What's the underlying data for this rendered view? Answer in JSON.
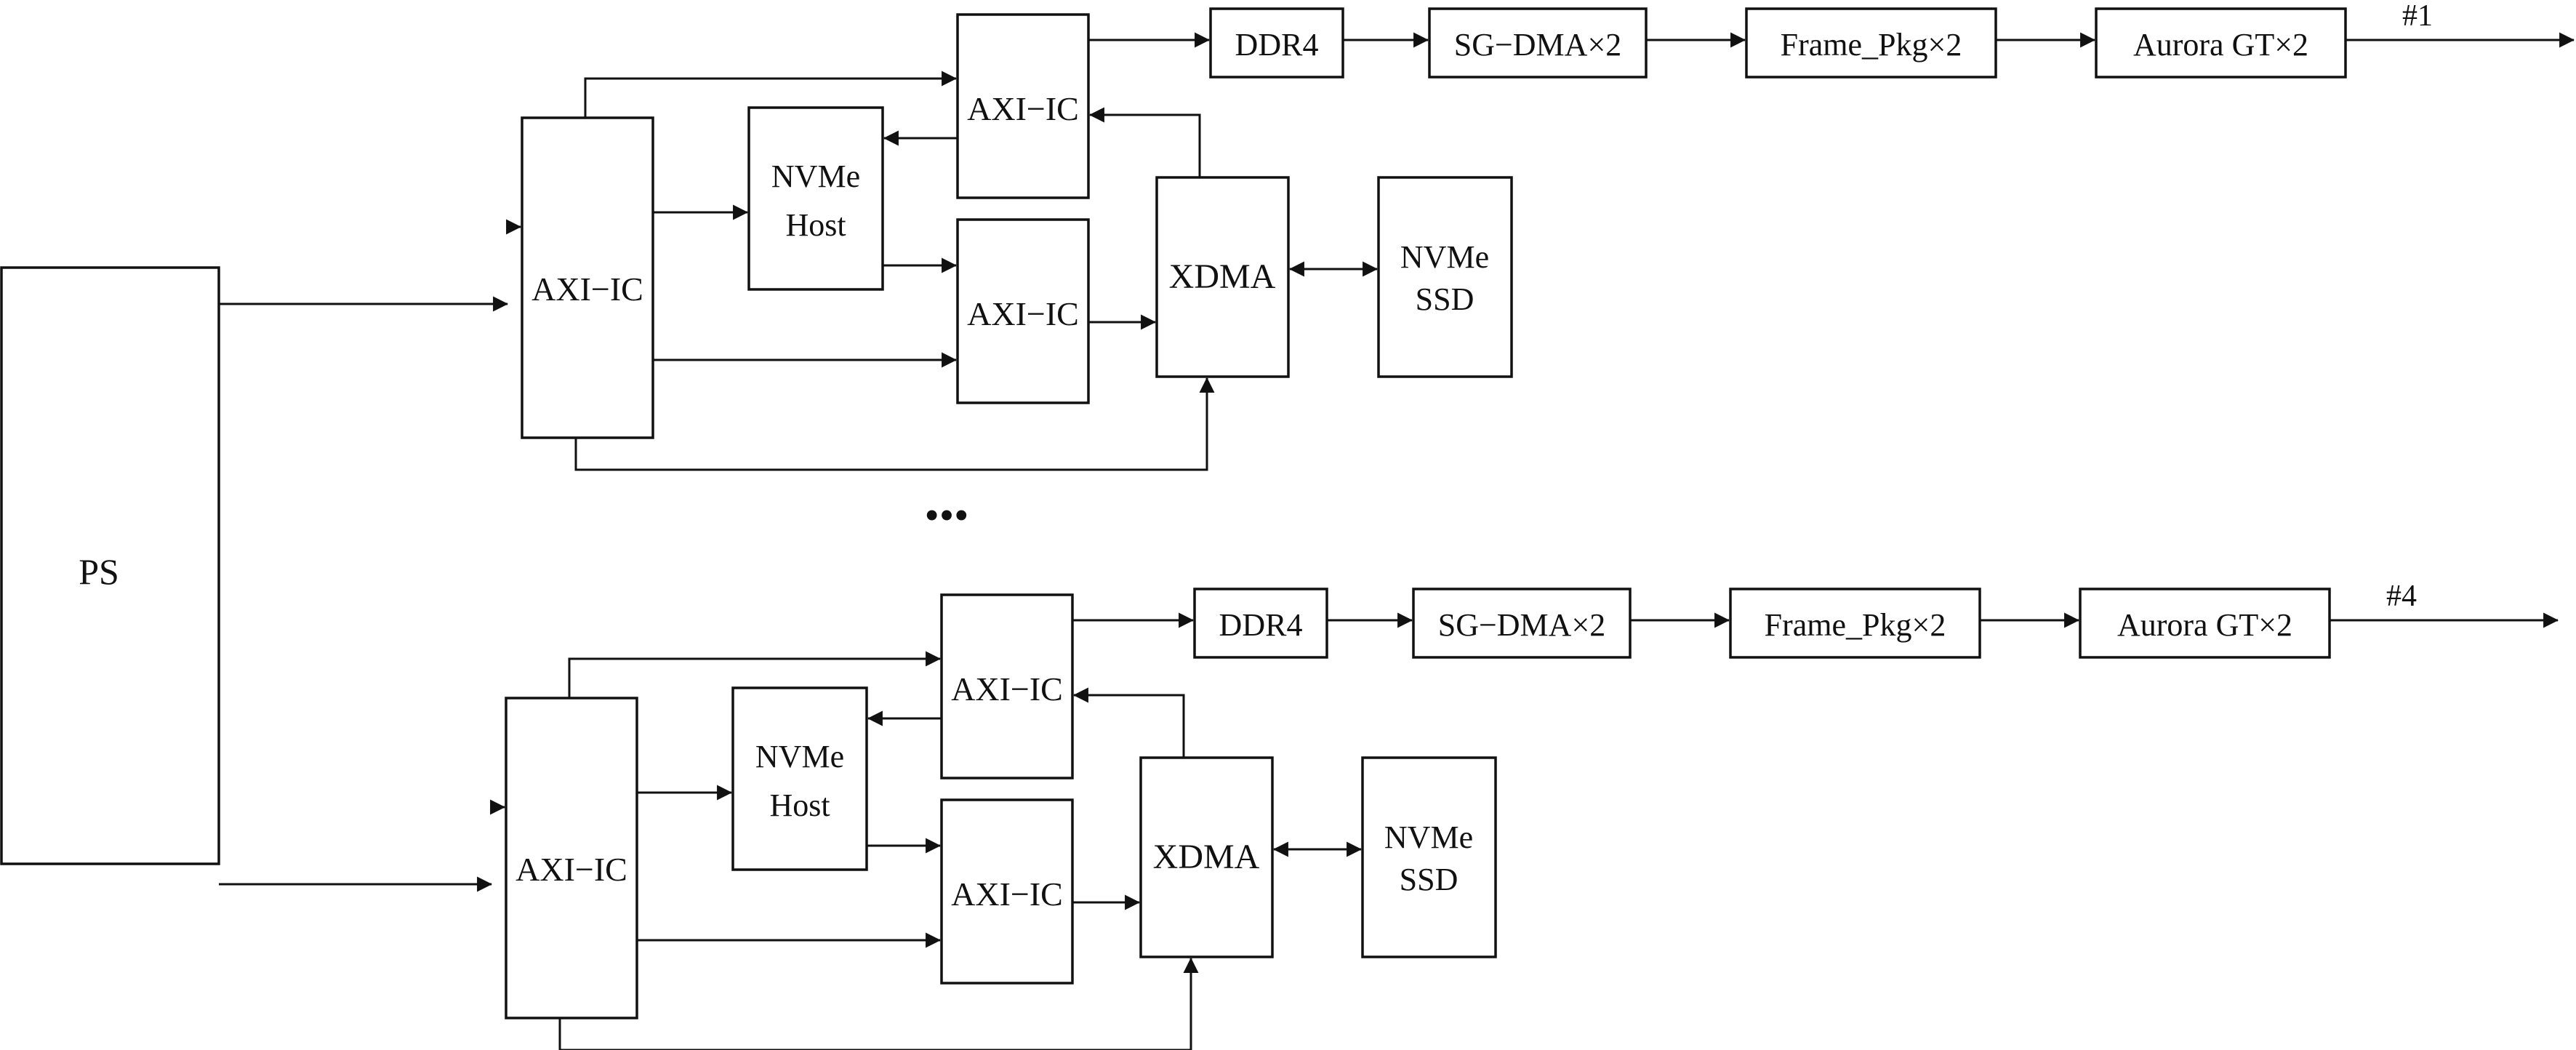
{
  "colors": {
    "stroke": "#111111",
    "background": "#ffffff"
  },
  "ps": {
    "label": "PS"
  },
  "ellipsis": "•••",
  "channels": [
    {
      "id": "1",
      "tag": "#1",
      "axi_main": "AXI−IC",
      "axi_upper": "AXI−IC",
      "axi_lower": "AXI−IC",
      "nvme_host": [
        "NVMe",
        "Host"
      ],
      "xdma": "XDMA",
      "nvme_ssd": [
        "NVMe",
        "SSD"
      ],
      "pipeline": [
        "DDR4",
        "SG−DMA×2",
        "Frame_Pkg×2",
        "Aurora GT×2"
      ]
    },
    {
      "id": "4",
      "tag": "#4",
      "axi_main": "AXI−IC",
      "axi_upper": "AXI−IC",
      "axi_lower": "AXI−IC",
      "nvme_host": [
        "NVMe",
        "Host"
      ],
      "xdma": "XDMA",
      "nvme_ssd": [
        "NVMe",
        "SSD"
      ],
      "pipeline": [
        "DDR4",
        "SG−DMA×2",
        "Frame_Pkg×2",
        "Aurora GT×2"
      ]
    }
  ]
}
